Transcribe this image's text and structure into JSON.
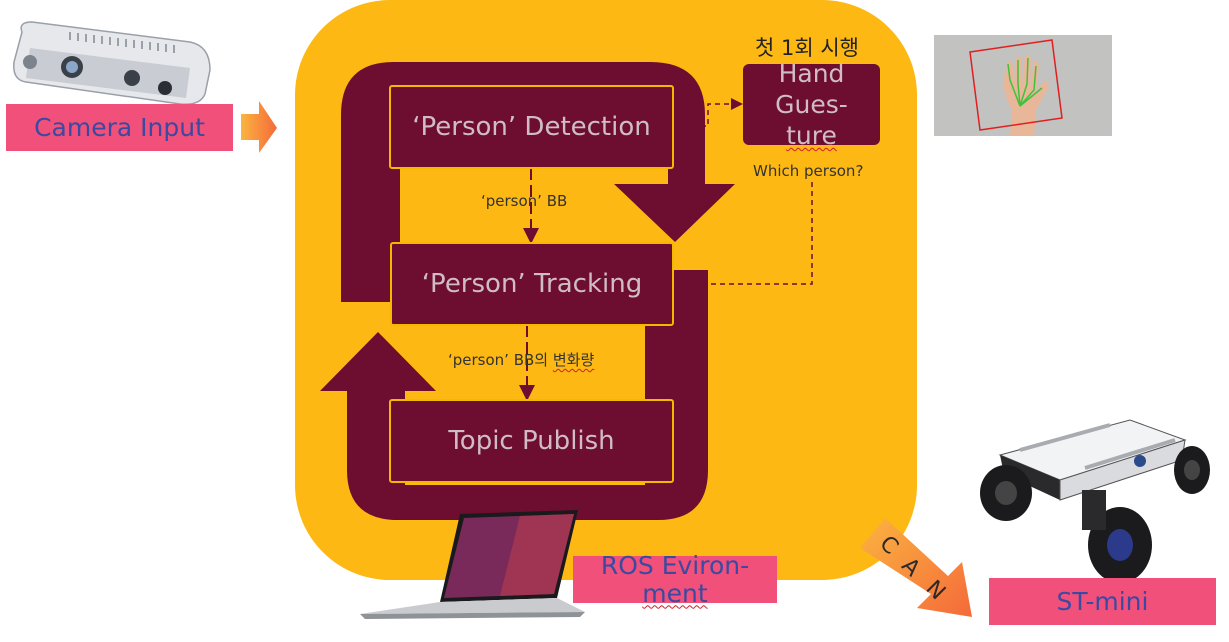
{
  "camera_label": "Camera Input",
  "blocks": {
    "detection": "‘Person’ Detection",
    "tracking": "‘Person’ Tracking",
    "publish": "Topic Publish"
  },
  "hand": {
    "first_run_label": "첫 1회 시행",
    "line1": "Hand",
    "line2": "Gues-",
    "line3": "ture",
    "which_person": "Which person?"
  },
  "edges": {
    "bb_label": "‘person’ BB",
    "bb_change_prefix": "‘person’ BB의 ",
    "bb_change_suffix": "변화량"
  },
  "ros": {
    "line1": "ROS Eviron-",
    "line2": "ment"
  },
  "can_label": [
    "C",
    "A",
    "N"
  ],
  "robot_label": "ST-mini",
  "colors": {
    "panel": "#fdb813",
    "block": "#6d0d30",
    "label_box": "#f0507a",
    "label_text": "#3b4aa0",
    "arrow_orange": "#f7903a"
  }
}
